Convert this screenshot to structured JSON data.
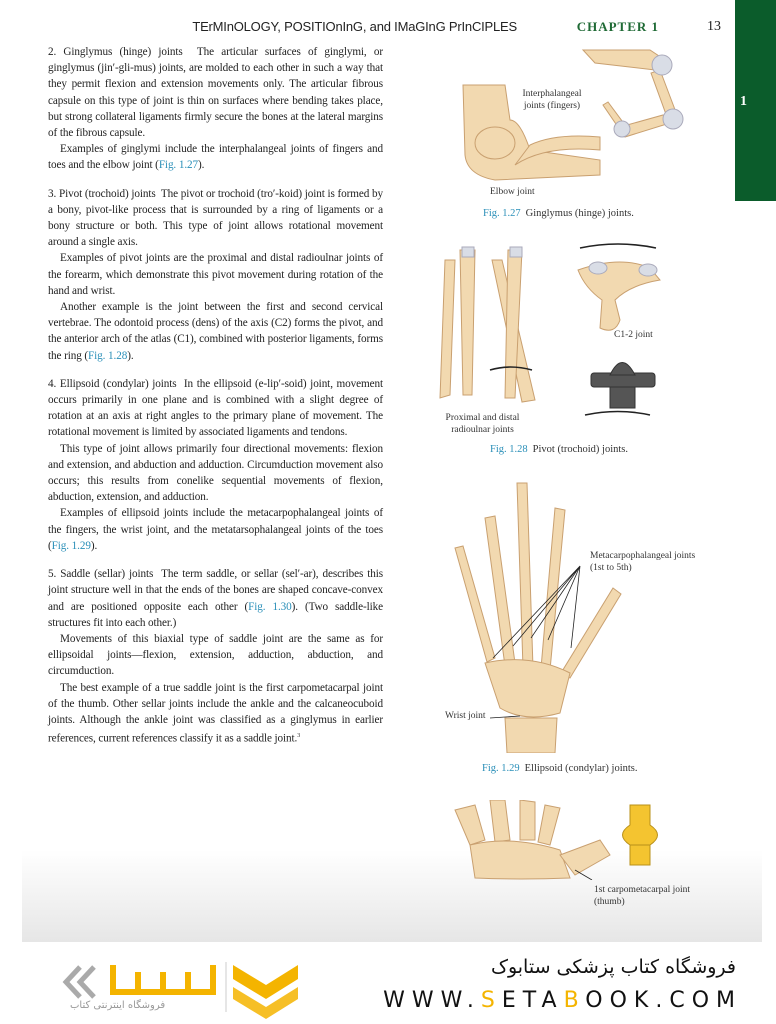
{
  "header": {
    "running_title": "TErMInOLOGY, POSITIOnInG, and IMaGInG PrInCIPLES",
    "chapter": "CHAPTER 1",
    "page_number": "13",
    "side_tab": "1"
  },
  "sections": [
    {
      "title": "2. Ginglymus (hinge) joints",
      "paragraphs": [
        "The articular surfaces of ginglymi, or ginglymus (jin′-gli-mus) joints, are molded to each other in such a way that they permit flexion and extension movements only. The articular fibrous capsule on this type of joint is thin on surfaces where bending takes place, but strong collateral ligaments firmly secure the bones at the lateral margins of the fibrous capsule.",
        "Examples of ginglymi include the interphalangeal joints of fingers and toes and the elbow joint ("
      ],
      "fig_ref": "Fig. 1.27",
      "tail": ")."
    },
    {
      "title": "3. Pivot (trochoid) joints",
      "paragraphs": [
        "The pivot or trochoid (tro′-koid) joint is formed by a bony, pivot-like process that is surrounded by a ring of ligaments or a bony structure or both. This type of joint allows rotational movement around a single axis.",
        "Examples of pivot joints are the proximal and distal radioulnar joints of the forearm, which demonstrate this pivot movement during rotation of the hand and wrist.",
        "Another example is the joint between the first and second cervical vertebrae. The odontoid process (dens) of the axis (C2) forms the pivot, and the anterior arch of the atlas (C1), combined with posterior ligaments, forms the ring ("
      ],
      "fig_ref": "Fig. 1.28",
      "tail": ")."
    },
    {
      "title": "4. Ellipsoid (condylar) joints",
      "paragraphs": [
        "In the ellipsoid (e-lip′-soid) joint, movement occurs primarily in one plane and is combined with a slight degree of rotation at an axis at right angles to the primary plane of movement. The rotational movement is limited by associated ligaments and tendons.",
        "This type of joint allows primarily four directional movements: flexion and extension, and abduction and adduction. Circumduction movement also occurs; this results from conelike sequential movements of flexion, abduction, extension, and adduction.",
        "Examples of ellipsoid joints include the metacarpophalangeal joints of the fingers, the wrist joint, and the metatarsophalangeal joints of the toes ("
      ],
      "fig_ref": "Fig. 1.29",
      "tail": ")."
    },
    {
      "title": "5. Saddle (sellar) joints",
      "paragraphs": [
        "The term saddle, or sellar (sel′-ar), describes this joint structure well in that the ends of the bones are shaped concave-convex and are positioned opposite each other (",
        "Movements of this biaxial type of saddle joint are the same as for ellipsoidal joints—flexion, extension, adduction, abduction, and circumduction.",
        "The best example of a true saddle joint is the first carpometacarpal joint of the thumb. Other sellar joints include the ankle and the calcaneocuboid joints. Although the ankle joint was classified as a ginglymus in earlier references, current references classify it as a saddle joint."
      ],
      "fig_ref": "Fig. 1.30",
      "tail": "). (Two saddle-like structures fit into each other.)",
      "footnote": "3"
    }
  ],
  "figures": {
    "fig127": {
      "ref": "Fig. 1.27",
      "caption": "Ginglymus (hinge) joints.",
      "labels": {
        "interphalangeal": "Interphalangeal joints (fingers)",
        "elbow": "Elbow joint"
      }
    },
    "fig128": {
      "ref": "Fig. 1.28",
      "caption": "Pivot (trochoid) joints.",
      "labels": {
        "c12": "C1-2 joint",
        "radioulnar": "Proximal and distal radioulnar joints"
      }
    },
    "fig129": {
      "ref": "Fig. 1.29",
      "caption": "Ellipsoid (condylar) joints.",
      "labels": {
        "mcp": "Metacarpophalangeal joints (1st to 5th)",
        "wrist": "Wrist joint"
      }
    },
    "fig130": {
      "labels": {
        "cmc": "1st carpometacarpal joint (thumb)"
      }
    }
  },
  "banner": {
    "store_name_fa": "فروشگاه کتاب پزشکی ستابوک",
    "url_prefix": "WWW.",
    "url_s": "S",
    "url_mid": "ETA",
    "url_b": "B",
    "url_suffix": "OOK.COM",
    "logo_subtitle_fa": "فروشگاه اینترنتی کتاب",
    "accent_color": "#f4b400"
  },
  "colors": {
    "tab_green": "#0b5c2b",
    "chapter_green": "#1f6a35",
    "link_blue": "#2a8fb8",
    "bone": "#f2d9b0"
  }
}
